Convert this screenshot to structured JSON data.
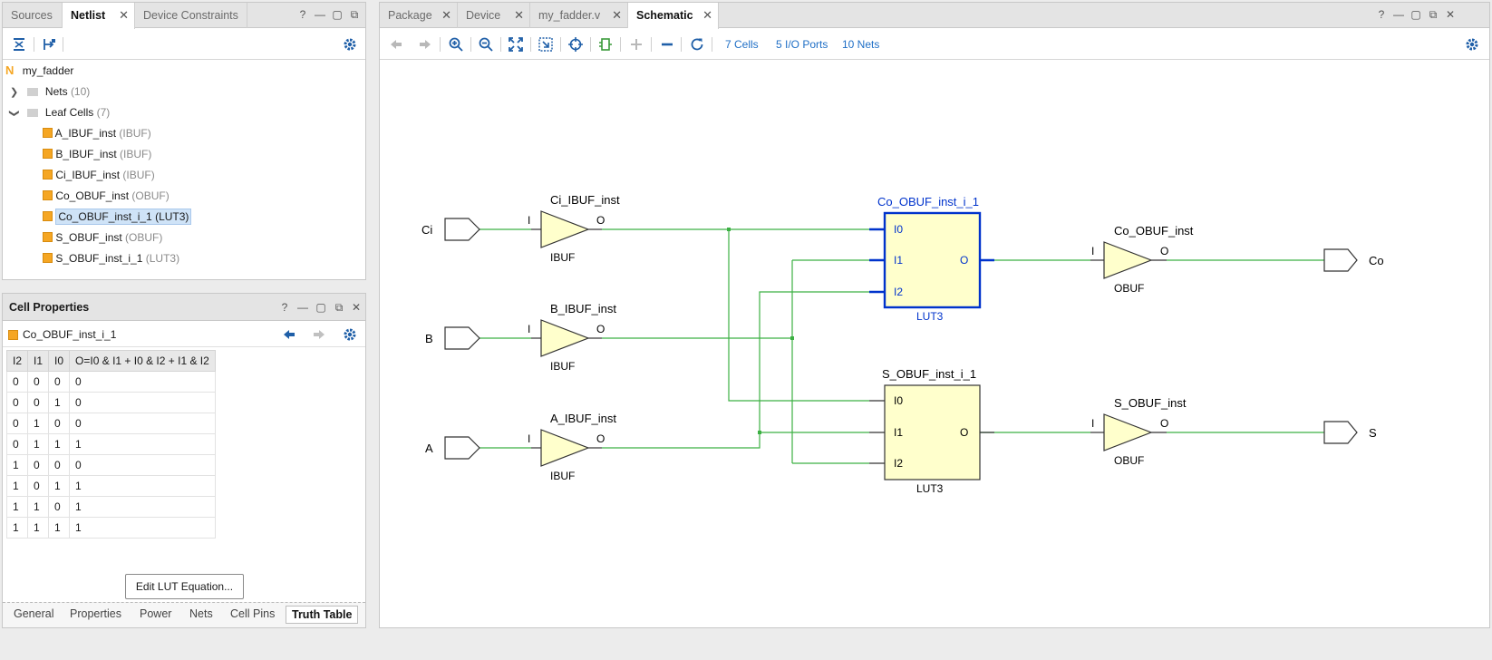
{
  "netlist_panel": {
    "tabs": [
      "Sources",
      "Netlist",
      "Device Constraints"
    ],
    "active_tab": "Netlist",
    "root": "my_fadder",
    "nets": {
      "label": "Nets",
      "count": "(10)"
    },
    "leaf_cells": {
      "label": "Leaf Cells",
      "count": "(7)"
    },
    "cells": [
      {
        "name": "A_IBUF_inst",
        "type": "(IBUF)"
      },
      {
        "name": "B_IBUF_inst",
        "type": "(IBUF)"
      },
      {
        "name": "Ci_IBUF_inst",
        "type": "(IBUF)"
      },
      {
        "name": "Co_OBUF_inst",
        "type": "(OBUF)"
      },
      {
        "name": "Co_OBUF_inst_i_1",
        "type": "(LUT3)"
      },
      {
        "name": "S_OBUF_inst",
        "type": "(OBUF)"
      },
      {
        "name": "S_OBUF_inst_i_1",
        "type": "(LUT3)"
      }
    ],
    "selected_cell_index": 4
  },
  "cell_properties": {
    "title": "Cell Properties",
    "cell_name": "Co_OBUF_inst_i_1",
    "truth_table": {
      "headers": [
        "I2",
        "I1",
        "I0",
        "O=I0 & I1 + I0 & I2 + I1 & I2"
      ],
      "rows": [
        [
          "0",
          "0",
          "0",
          "0"
        ],
        [
          "0",
          "0",
          "1",
          "0"
        ],
        [
          "0",
          "1",
          "0",
          "0"
        ],
        [
          "0",
          "1",
          "1",
          "1"
        ],
        [
          "1",
          "0",
          "0",
          "0"
        ],
        [
          "1",
          "0",
          "1",
          "1"
        ],
        [
          "1",
          "1",
          "0",
          "1"
        ],
        [
          "1",
          "1",
          "1",
          "1"
        ]
      ]
    },
    "edit_button": "Edit LUT Equation...",
    "bottom_tabs": [
      "General",
      "Properties",
      "Power",
      "Nets",
      "Cell Pins",
      "Truth Table"
    ],
    "active_bottom_tab": "Truth Table"
  },
  "schematic_panel": {
    "tabs": [
      "Package",
      "Device",
      "my_fadder.v",
      "Schematic"
    ],
    "active_tab": "Schematic",
    "stats": {
      "cells": "7 Cells",
      "ports": "5 I/O Ports",
      "nets": "10 Nets"
    },
    "inputs": {
      "ci": "Ci",
      "b": "B",
      "a": "A"
    },
    "outputs": {
      "co": "Co",
      "s": "S"
    },
    "ibufs": {
      "ci": {
        "name": "Ci_IBUF_inst",
        "type": "IBUF",
        "in_pin": "I",
        "out_pin": "O"
      },
      "b": {
        "name": "B_IBUF_inst",
        "type": "IBUF",
        "in_pin": "I",
        "out_pin": "O"
      },
      "a": {
        "name": "A_IBUF_inst",
        "type": "IBUF",
        "in_pin": "I",
        "out_pin": "O"
      }
    },
    "luts": {
      "co": {
        "name": "Co_OBUF_inst_i_1",
        "type": "LUT3",
        "pins": [
          "I0",
          "I1",
          "I2"
        ],
        "out_pin": "O",
        "selected": true
      },
      "s": {
        "name": "S_OBUF_inst_i_1",
        "type": "LUT3",
        "pins": [
          "I0",
          "I1",
          "I2"
        ],
        "out_pin": "O",
        "selected": false
      }
    },
    "obufs": {
      "co": {
        "name": "Co_OBUF_inst",
        "type": "OBUF",
        "in_pin": "I",
        "out_pin": "O"
      },
      "s": {
        "name": "S_OBUF_inst",
        "type": "OBUF",
        "in_pin": "I",
        "out_pin": "O"
      }
    }
  },
  "colors": {
    "wire": "#3cb043",
    "selected": "#0033cc",
    "lut_fill": "#ffffcc",
    "cell_icon": "#f5a623",
    "link": "#1f6fc6"
  }
}
